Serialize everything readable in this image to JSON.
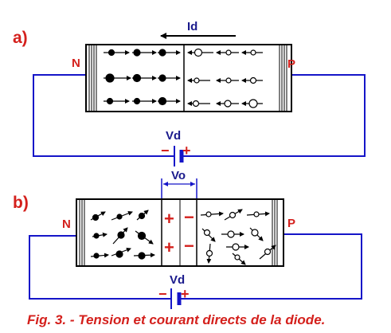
{
  "panel_a": {
    "label": "a)",
    "current_label": "Id",
    "terminal_n": "N",
    "terminal_p": "P",
    "voltage_label": "Vd",
    "battery_minus": "−",
    "battery_plus": "+"
  },
  "panel_b": {
    "label": "b)",
    "barrier_label": "Vo",
    "terminal_n": "N",
    "terminal_p": "P",
    "voltage_label": "Vd",
    "battery_minus": "−",
    "battery_plus": "+",
    "depletion_plus": "+",
    "depletion_minus": "−"
  },
  "caption": "Fig. 3. - Tension et courant directs de la diode.",
  "colors": {
    "wire": "#1515c8",
    "label_red": "#d4201c",
    "ink": "#000000"
  }
}
